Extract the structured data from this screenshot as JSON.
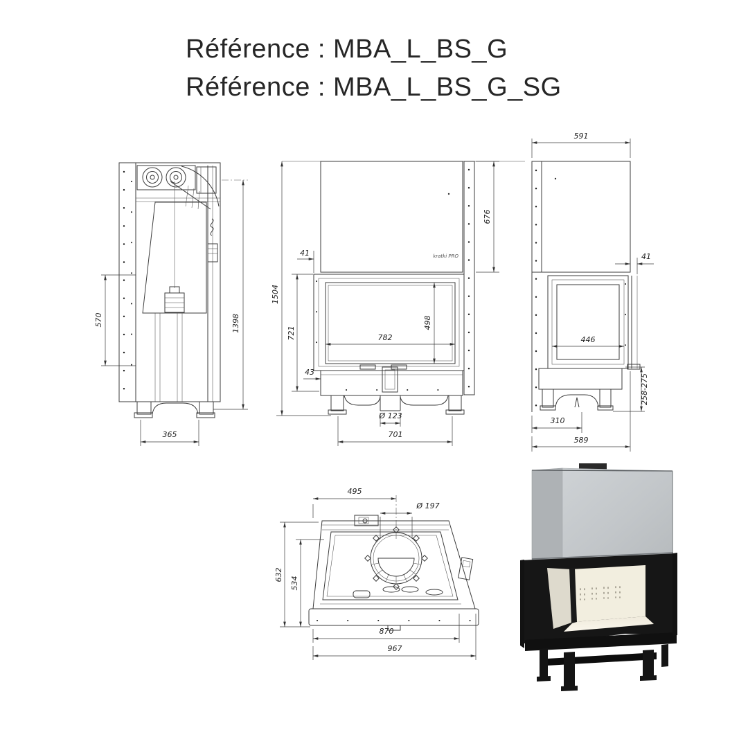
{
  "title": {
    "line1": "Référence : MBA_L_BS_G",
    "line2": "Référence : MBA_L_BS_G_SG"
  },
  "drawings": {
    "side_left": {
      "dim_upper_height": "570",
      "dim_total_height": "1398",
      "dim_depth": "365"
    },
    "front": {
      "logo": "kratki PRO",
      "dim_top_offset": "41",
      "dim_hood_height": "676",
      "dim_total_height": "1504",
      "dim_firebox_height": "721",
      "dim_glass_width": "782",
      "dim_glass_height": "498",
      "dim_base_offset": "43",
      "dim_flue_diameter": "Ø 123",
      "dim_leg_span": "701"
    },
    "side_right": {
      "dim_depth": "591",
      "dim_front_offset": "41",
      "dim_glass_width": "446",
      "dim_leg_offset": "310",
      "dim_base_depth": "589",
      "dim_base_height_range": "258-275"
    },
    "top": {
      "dim_flue_offset": "495",
      "dim_flue_diameter": "Ø 197",
      "dim_depth_total": "632",
      "dim_depth_inner": "534",
      "dim_width_inner": "870",
      "dim_width_total": "967"
    }
  },
  "photo": {
    "hood_color": "#c4c8cb",
    "hood_side_color": "#aeb2b5",
    "frame_color": "#161616",
    "interior_color": "#f2eedf"
  }
}
